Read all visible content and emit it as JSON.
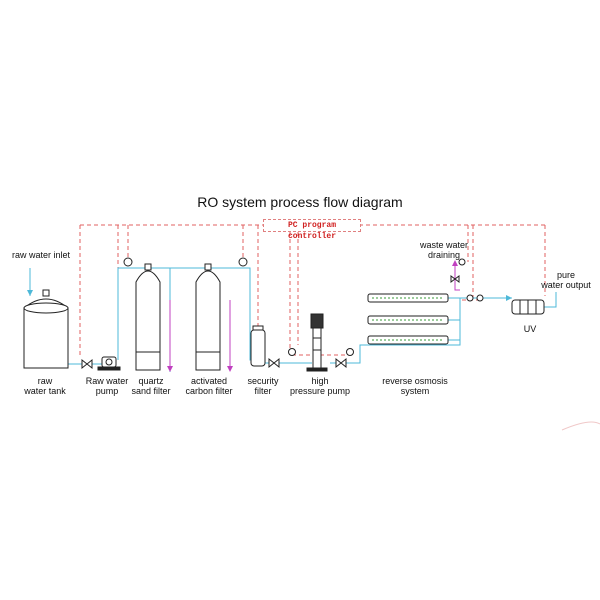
{
  "diagram": {
    "title": "RO system process flow diagram",
    "controller_label": "PC program controller",
    "labels": {
      "raw_water_inlet": "raw water inlet",
      "raw_water_tank": [
        "raw",
        "water tank"
      ],
      "raw_water_pump": [
        "Raw water",
        "pump"
      ],
      "quartz_sand_filter": [
        "quartz",
        "sand filter"
      ],
      "activated_carbon_filter": [
        "activated",
        "carbon filter"
      ],
      "security_filter": [
        "security",
        "filter"
      ],
      "high_pressure_pump": [
        "high",
        "pressure pump"
      ],
      "reverse_osmosis_system": [
        "reverse osmosis",
        "system"
      ],
      "waste_water_draining": [
        "waste water",
        "draining"
      ],
      "pure_water_output": [
        "pure",
        "water output"
      ],
      "uv": "UV"
    },
    "colors": {
      "control_line": "#e06060",
      "water_line": "#4db8d8",
      "drain_line": "#c040c0",
      "equipment": "#222222",
      "membrane": "#3a9a3a"
    }
  }
}
